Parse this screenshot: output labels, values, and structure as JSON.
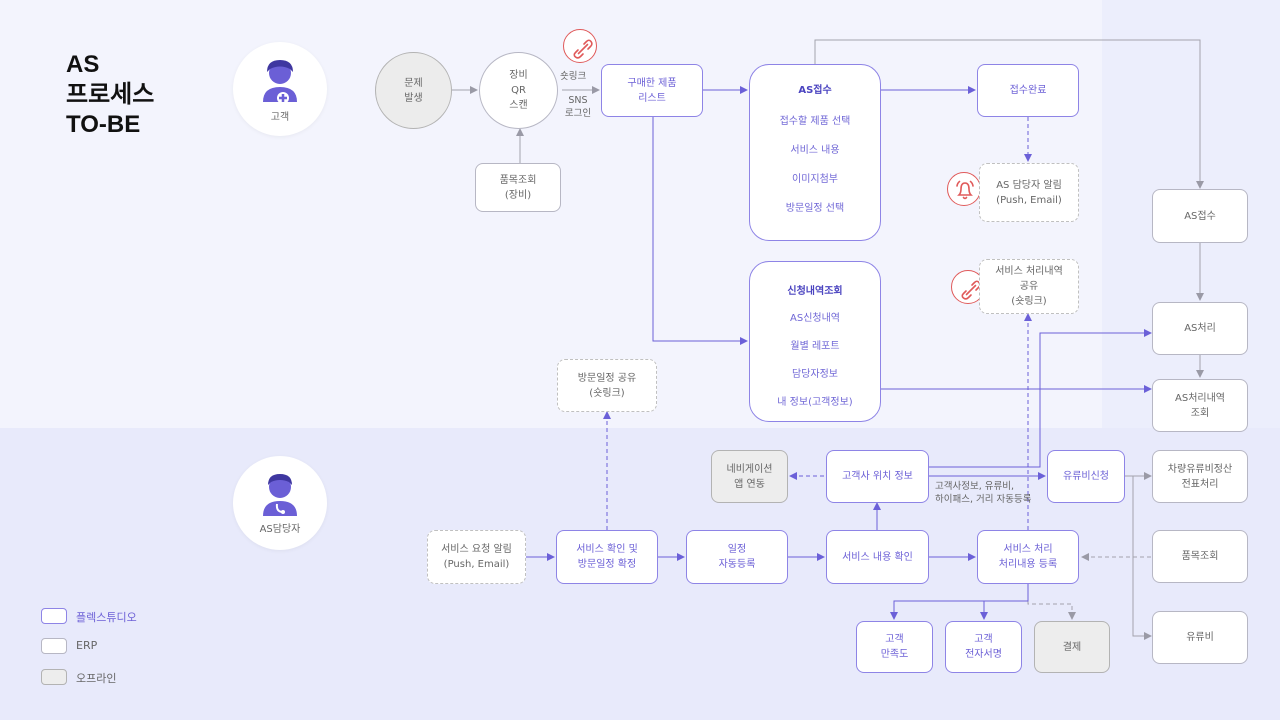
{
  "title": [
    "AS",
    "프로세스",
    "TO-BE"
  ],
  "roles": {
    "customer": "고객",
    "manager": "AS담당자"
  },
  "nodes": {
    "issue": [
      "문제",
      "발생"
    ],
    "scan": [
      "장비",
      "QR",
      "스캔"
    ],
    "product_lookup": [
      "품목조회",
      "(장비)"
    ],
    "purchased_list": [
      "구매한 제품",
      "리스트"
    ],
    "as_request": {
      "header": "AS접수",
      "items": [
        "접수할 제품 선택",
        "서비스 내용",
        "이미지첨부",
        "방문일정 선택"
      ]
    },
    "received": "접수완료",
    "manager_alert": [
      "AS 담당자 알림",
      "(Push, Email)"
    ],
    "history": {
      "header": "신청내역조회",
      "items": [
        "AS신청내역",
        "월별 레포트",
        "담당자정보",
        "내 정보(고객정보)"
      ]
    },
    "result_share": [
      "서비스 처리내역",
      "공유",
      "(숏링크)"
    ],
    "visit_share": [
      "방문일정 공유",
      "(숏링크)"
    ],
    "erp_as_request": "AS접수",
    "erp_as_process": "AS처리",
    "erp_as_history": [
      "AS처리내역",
      "조회"
    ],
    "nav": [
      "네비게이션",
      "앱 연동"
    ],
    "location": "고객사 위치 정보",
    "fuel_request": "유류비신청",
    "fuel_settle": [
      "차량유류비정산",
      "전표처리"
    ],
    "service_alert": [
      "서비스 요청 알림",
      "(Push, Email)"
    ],
    "service_confirm": [
      "서비스 확인 및",
      "방문일정 확정"
    ],
    "schedule": [
      "일정",
      "자동등록"
    ],
    "content_check": "서비스 내용 확인",
    "service_process": [
      "서비스 처리",
      "처리내용 등록"
    ],
    "erp_item_lookup": "품목조회",
    "erp_fuel": "유류비",
    "satisfaction": [
      "고객",
      "만족도"
    ],
    "signature": [
      "고객",
      "전자서명"
    ],
    "payment": "결제"
  },
  "edge_labels": {
    "shortlink": "숏링크",
    "sns_login": [
      "SNS",
      "로그인"
    ],
    "auto_register": [
      "고객사정보, 유류비,",
      "하이패스, 거리 자동등록"
    ]
  },
  "legend": [
    "플렉스튜디오",
    "ERP",
    "오프라인"
  ],
  "colors": {
    "studio": "#8e84e6",
    "arrow": "#6b60d8",
    "alert": "#e05a5a",
    "grey_arrow": "#9a9aa6"
  },
  "icons": [
    "customer-avatar-icon",
    "manager-avatar-icon",
    "link-icon",
    "bell-icon"
  ]
}
